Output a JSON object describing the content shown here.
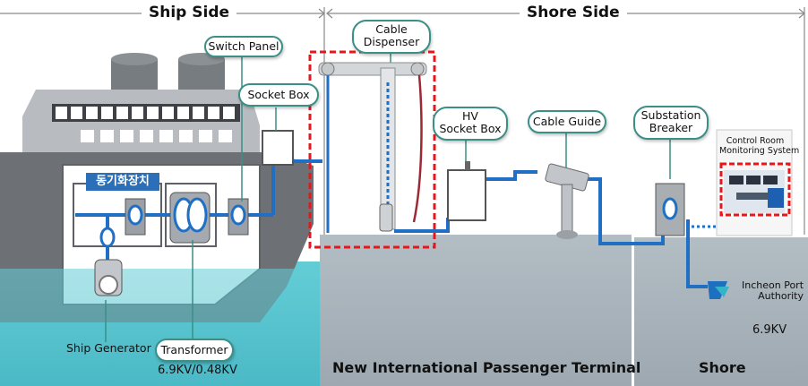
{
  "headers": {
    "ship_side": "Ship Side",
    "shore_side": "Shore Side"
  },
  "callouts": {
    "switch_panel": "Switch Panel",
    "socket_box": "Socket Box",
    "cable_dispenser_line1": "Cable",
    "cable_dispenser_line2": "Dispenser",
    "hv_socket_box_line1": "HV",
    "hv_socket_box_line2": "Socket Box",
    "cable_guide": "Cable Guide",
    "substation_breaker_line1": "Substation",
    "substation_breaker_line2": "Breaker",
    "control_room_line1": "Control Room",
    "control_room_line2": "Monitoring System",
    "transformer": "Transformer"
  },
  "labels": {
    "sync_device": "동기화장치",
    "ship_generator": "Ship Generator",
    "ship_voltage": "6.9KV/0.48KV",
    "shore_voltage": "6.9KV",
    "port_authority_line1": "Incheon Port",
    "port_authority_line2": "Authority"
  },
  "regions": {
    "terminal": "New International Passenger Terminal",
    "shore": "Shore"
  },
  "colors": {
    "cable": "#1f6fc4",
    "highlight": "#e8161b",
    "sea": "#5bc8d3",
    "hull": "#6d7175",
    "ground": "#a9b3bb",
    "callout_border": "#3a8f86"
  }
}
